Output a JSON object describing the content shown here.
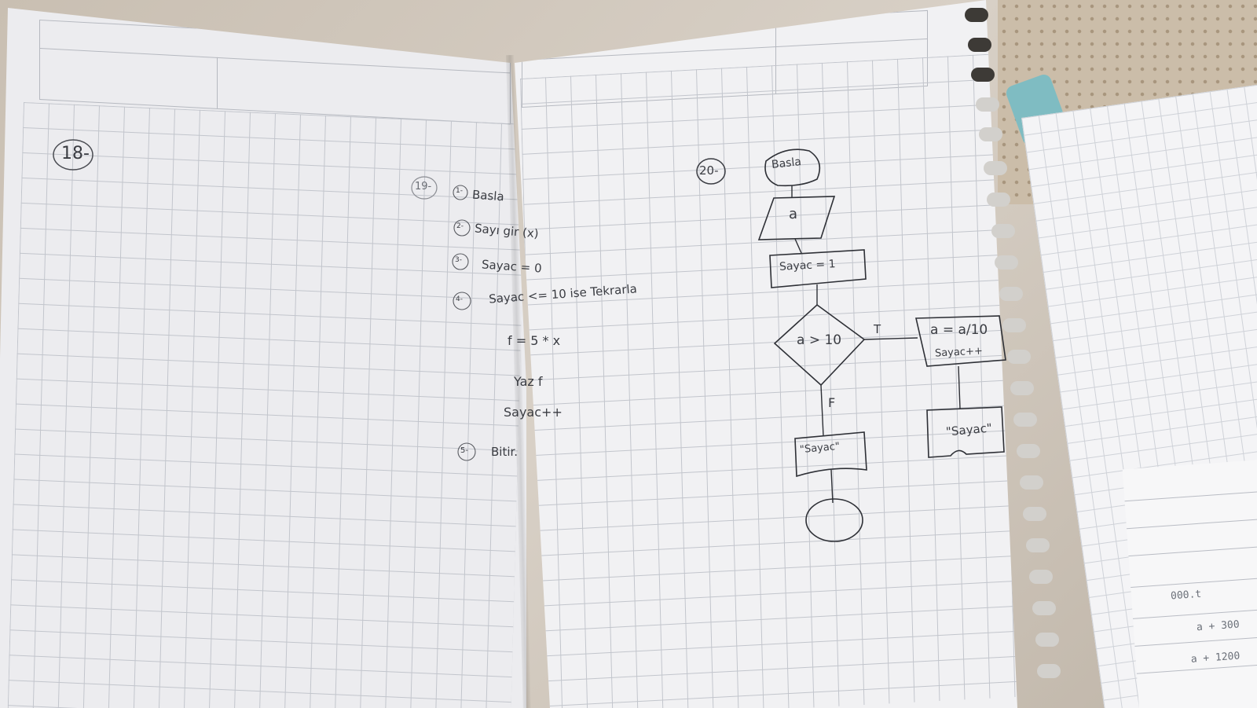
{
  "left_page": {
    "q18_label": "18-",
    "q19_label": "19-",
    "steps": [
      {
        "num": "1-",
        "text": "Basla"
      },
      {
        "num": "2-",
        "text": "Sayı gir (x)"
      },
      {
        "num": "3-",
        "text": "Sayac = 0"
      },
      {
        "num": "4-",
        "text": "Sayac <= 10 ise Tekrarla"
      },
      {
        "num": "",
        "text": "f = 5 * x"
      },
      {
        "num": "",
        "text": "Yaz f"
      },
      {
        "num": "",
        "text": "Sayac++"
      },
      {
        "num": "5-",
        "text": "Bitir."
      }
    ]
  },
  "right_page": {
    "q20_label": "20-",
    "flowchart": {
      "start": "Basla",
      "input": "a",
      "init": "Sayac = 1",
      "decision": "a > 10",
      "true_label": "T",
      "false_label": "F",
      "process_line1": "a = a/10",
      "process_line2": "Sayac++",
      "output_left": "\"Sayac\"",
      "output_right": "\"Sayac\""
    }
  },
  "loose_paper": {
    "lines": [
      "000.t",
      "a + 300",
      "a + 1200"
    ]
  }
}
